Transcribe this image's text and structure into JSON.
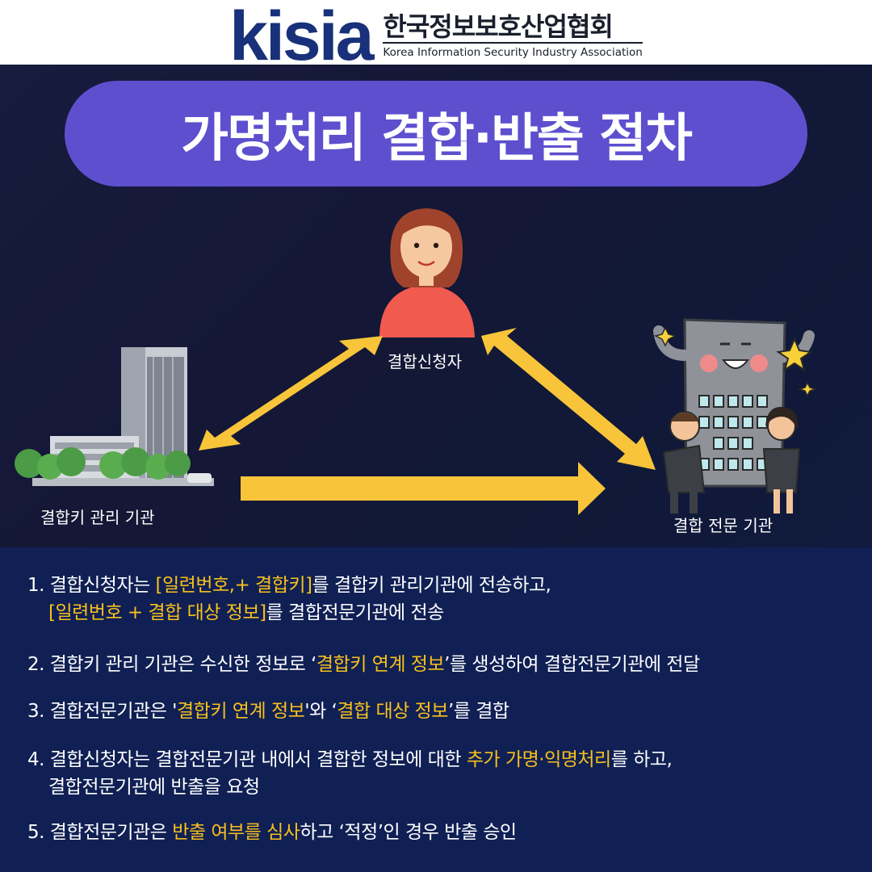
{
  "header": {
    "logo_mark": "kisia",
    "org_name_ko": "한국정보보호산업협회",
    "org_name_en": "Korea Information Security Industry Association"
  },
  "title": "가명처리 결합·반출 절차",
  "diagram": {
    "applicant_label": "결합신청자",
    "key_agency_label": "결합키 관리 기관",
    "expert_agency_label": "결합 전문 기관"
  },
  "steps": [
    {
      "line1": {
        "pre": "1. 결합신청자는 ",
        "hl": "[일련번호,+ 결합키]",
        "post": "를 결합키 관리기관에 전송하고,"
      },
      "line2": {
        "hl": "[일련번호 + 결합 대상 정보]",
        "post": "를 결합전문기관에 전송"
      }
    },
    {
      "pre": "2. 결합키 관리 기관은 수신한 정보로 ‘",
      "hl": "결합키 연계 정보",
      "post": "’를 생성하여 결합전문기관에 전달"
    },
    {
      "pre": "3.  결합전문기관은 '",
      "hl1": "결합키 연계 정보",
      "mid": "'와 ‘",
      "hl2": "결합 대상 정보",
      "post": "’를 결합"
    },
    {
      "line1": {
        "pre": "4. 결합신청자는 결합전문기관 내에서 결합한 정보에 대한 ",
        "hl": "추가 가명·익명처리",
        "post": "를 하고,"
      },
      "line2": "결합전문기관에 반출을 요청"
    },
    {
      "pre": "5. 결합전문기관은 ",
      "hl": "반출 여부를 심사",
      "post": "하고 ‘적정’인 경우 반출 승인"
    }
  ],
  "colors": {
    "title_pill": "#5e4fcf",
    "arrow": "#f7c43a",
    "highlight": "#f7c01c",
    "lower_bg": "#102054"
  }
}
